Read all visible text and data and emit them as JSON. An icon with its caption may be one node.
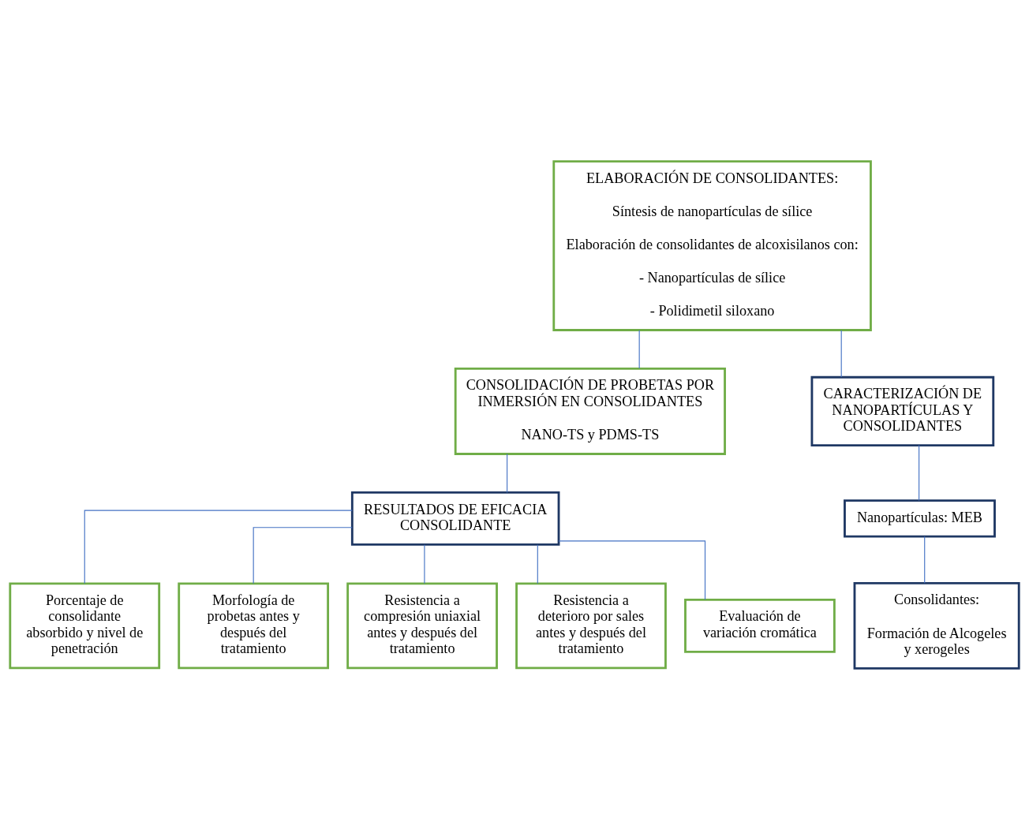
{
  "diagram": {
    "nodes": [
      {
        "text": [
          "ELABORACIÓN DE CONSOLIDANTES:",
          "Síntesis de nanopartículas de sílice",
          "Elaboración de consolidantes de alcoxisilanos con:",
          "- Nanopartículas de sílice",
          "- Polidimetil siloxano"
        ]
      },
      {
        "text": [
          "CONSOLIDACIÓN DE PROBETAS POR INMERSIÓN EN CONSOLIDANTES",
          "NANO-TS y PDMS-TS"
        ]
      },
      {
        "text": [
          "CARACTERIZACIÓN DE NANOPARTÍCULAS Y CONSOLIDANTES"
        ]
      },
      {
        "text": [
          "Nanopartículas: MEB"
        ]
      },
      {
        "text": [
          "Consolidantes:",
          "Formación de Alcogeles y xerogeles"
        ]
      },
      {
        "text": [
          "RESULTADOS DE EFICACIA CONSOLIDANTE"
        ]
      },
      {
        "text": [
          "Porcentaje de consolidante absorbido y nivel de penetración"
        ]
      },
      {
        "text": [
          "Morfología de probetas antes y después del tratamiento"
        ]
      },
      {
        "text": [
          "Resistencia a compresión uniaxial antes y después del tratamiento"
        ]
      },
      {
        "text": [
          "Resistencia a deterioro por sales antes y después del tratamiento"
        ]
      },
      {
        "text": [
          "Evaluación de variación cromática"
        ]
      }
    ],
    "edges": [
      {
        "from": 0,
        "to": 1,
        "arrow": "none"
      },
      {
        "from": 0,
        "to": 2,
        "arrow": "none"
      },
      {
        "from": 2,
        "to": 3,
        "arrow": "none"
      },
      {
        "from": 3,
        "to": 4,
        "arrow": "none"
      },
      {
        "from": 1,
        "to": 5,
        "arrow": "none"
      },
      {
        "from": 5,
        "to": 6,
        "arrow": "none"
      },
      {
        "from": 5,
        "to": 7,
        "arrow": "none"
      },
      {
        "from": 5,
        "to": 8,
        "arrow": "none"
      },
      {
        "from": 5,
        "to": 9,
        "arrow": "none"
      },
      {
        "from": 5,
        "to": 10,
        "arrow": "none"
      }
    ]
  }
}
